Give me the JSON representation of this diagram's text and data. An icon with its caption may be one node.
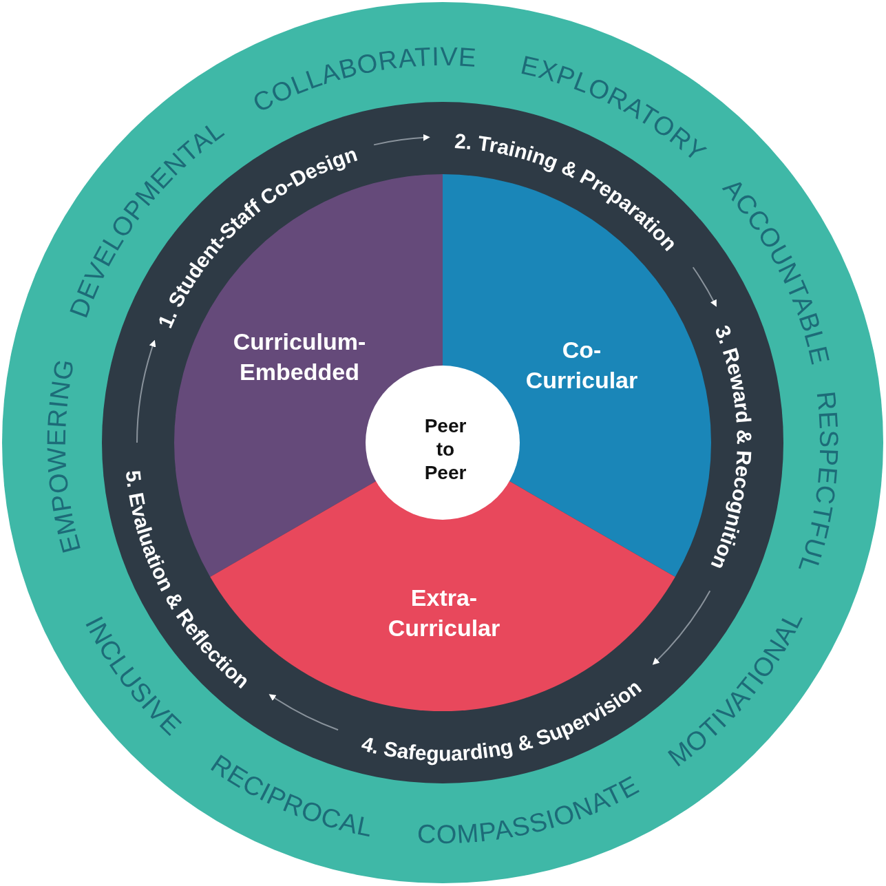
{
  "diagram": {
    "nodes": [
      {
        "text": [
          "1. Student-Staff Co-Design"
        ]
      },
      {
        "text": [
          "2. Training & Preparation"
        ]
      },
      {
        "text": [
          "3. Reward & Recognition"
        ]
      },
      {
        "text": [
          "4. Safeguarding & Supervision"
        ]
      },
      {
        "text": [
          "5. Evaluation & Reflection"
        ]
      },
      {
        "text": [
          "Curriculum- Embedded"
        ]
      },
      {
        "text": [
          "Co- Curricular"
        ]
      },
      {
        "text": [
          "Extra- Curricular"
        ]
      },
      {
        "text": [
          "Peer to Peer"
        ]
      }
    ],
    "edges": [
      {
        "from": 0,
        "to": 1,
        "arrow": "to"
      },
      {
        "from": 1,
        "to": 2,
        "arrow": "to"
      },
      {
        "from": 2,
        "to": 3,
        "arrow": "to"
      },
      {
        "from": 3,
        "to": 4,
        "arrow": "to"
      },
      {
        "from": 4,
        "to": 0,
        "arrow": "to"
      }
    ],
    "labels": [
      "COLLABORATIVE",
      "EXPLORATORY",
      "ACCOUNTABLE",
      "RESPECTFUL",
      "MOTIVATIONAL",
      "COMPASSIONATE",
      "RECIPROCAL",
      "INCLUSIVE",
      "EMPOWERING",
      "DEVELOPMENTAL"
    ]
  }
}
